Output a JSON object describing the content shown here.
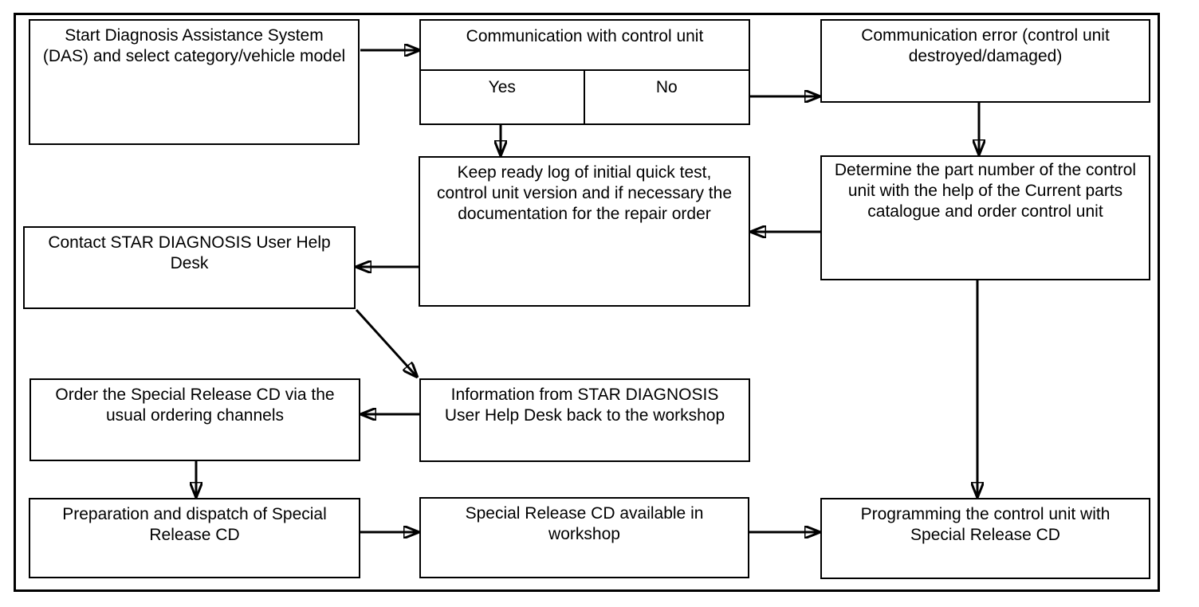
{
  "diagram": {
    "type": "flowchart",
    "nodes": {
      "start_das": {
        "label": "Start Diagnosis Assistance System\n(DAS) and select category/vehicle model"
      },
      "comm_check": {
        "label": "Communication with control unit",
        "yes": "Yes",
        "no": "No"
      },
      "comm_error": {
        "label": "Communication error (control unit\ndestroyed/damaged)"
      },
      "keep_log": {
        "label": "Keep ready log of initial quick test,\ncontrol unit version and if necessary the\ndocumentation for the repair order"
      },
      "determine_part": {
        "label": "Determine the part number of the control\nunit with the help of the Current parts\ncatalogue and order control unit"
      },
      "contact_desk": {
        "label": "Contact STAR DIAGNOSIS User Help\nDesk"
      },
      "info_back": {
        "label": "Information from STAR DIAGNOSIS\nUser Help Desk back to the workshop"
      },
      "order_cd": {
        "label": "Order the Special Release CD via the\nusual ordering channels"
      },
      "prepare_cd": {
        "label": "Preparation and dispatch of Special\nRelease CD"
      },
      "cd_available": {
        "label": "Special Release CD available in\nworkshop"
      },
      "programming": {
        "label": "Programming the control unit with\nSpecial Release CD"
      }
    },
    "edges": [
      {
        "from": "start_das",
        "to": "comm_check"
      },
      {
        "from": "comm_check.no",
        "to": "comm_error"
      },
      {
        "from": "comm_check.yes",
        "to": "keep_log"
      },
      {
        "from": "comm_error",
        "to": "determine_part"
      },
      {
        "from": "determine_part",
        "to": "keep_log"
      },
      {
        "from": "keep_log",
        "to": "contact_desk"
      },
      {
        "from": "contact_desk",
        "to": "info_back"
      },
      {
        "from": "info_back",
        "to": "order_cd"
      },
      {
        "from": "order_cd",
        "to": "prepare_cd"
      },
      {
        "from": "prepare_cd",
        "to": "cd_available"
      },
      {
        "from": "cd_available",
        "to": "programming"
      },
      {
        "from": "determine_part",
        "to": "programming"
      }
    ],
    "colors": {
      "line": "#000000",
      "background": "#ffffff",
      "text": "#000000"
    }
  }
}
